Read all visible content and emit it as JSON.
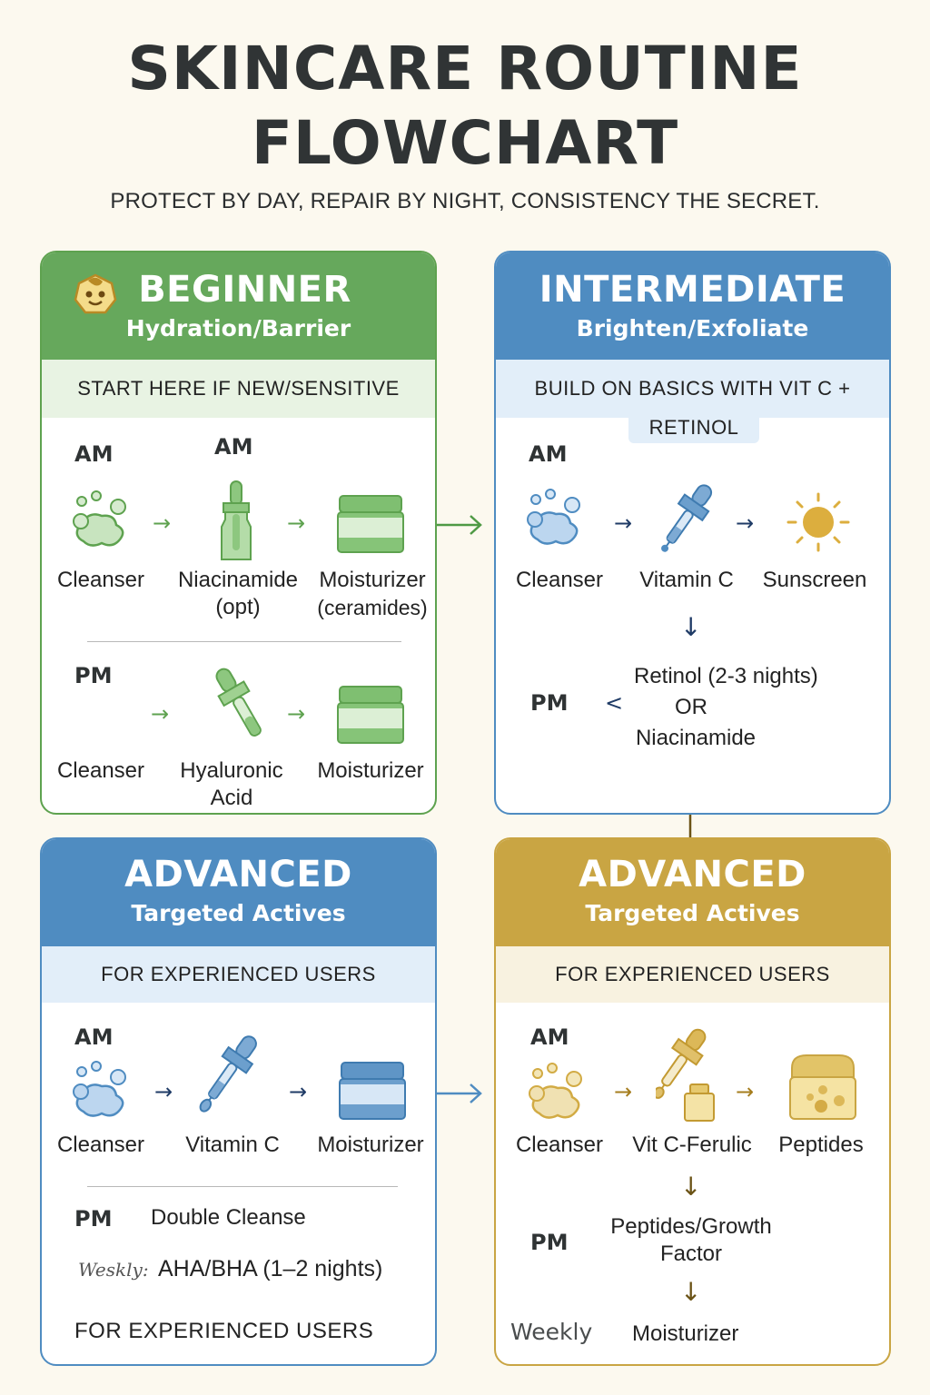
{
  "header": {
    "title_line1": "SKINCARE ROUTINE",
    "title_line2": "FLOWCHART",
    "tagline": "PROTECT BY DAY, REPAIR BY NIGHT, CONSISTENCY THE SECRET."
  },
  "colors": {
    "background": "#fcf9ef",
    "beginner": "#66a85c",
    "intermediate": "#4f8cc1",
    "advanced_blue": "#4f8cc1",
    "advanced_gold": "#c9a543"
  },
  "beginner": {
    "icon": "baby-face-icon",
    "level": "BEGINNER",
    "focus": "Hydration/Barrier",
    "note": "START HERE IF NEW/SENSITIVE",
    "am_label": "AM",
    "am_label_2": "AM",
    "am_steps": [
      {
        "icon": "bubbles-icon",
        "label": "Cleanser"
      },
      {
        "icon": "dropper-bottle-icon",
        "label": "Niacinamide",
        "sub": "(opt)"
      },
      {
        "icon": "jar-icon",
        "label": "Moisturizer",
        "sub": "(ceramides)"
      }
    ],
    "pm_label": "PM",
    "pm_steps": [
      {
        "label": "Cleanser"
      },
      {
        "icon": "dropper-icon",
        "label": "Hyaluronic",
        "sub": "Acid"
      },
      {
        "icon": "jar-icon",
        "label": "Moisturizer"
      }
    ]
  },
  "intermediate": {
    "level": "INTERMEDIATE",
    "focus": "Brighten/Exfoliate",
    "note_line1": "BUILD ON BASICS WITH VIT C +",
    "note_line2": "RETINOL",
    "am_label": "AM",
    "am_steps": [
      {
        "icon": "bubbles-icon",
        "label": "Cleanser"
      },
      {
        "icon": "dropper-icon",
        "label": "Vitamin C"
      },
      {
        "icon": "sun-icon",
        "label": "Sunscreen"
      }
    ],
    "pm_label": "PM",
    "pm_option_1": "Retinol  (2-3 nights)",
    "pm_or": "OR",
    "pm_option_2": "Niacinamide"
  },
  "advanced_left": {
    "level": "ADVANCED",
    "focus": "Targeted Actives",
    "note": "FOR EXPERIENCED USERS",
    "am_label": "AM",
    "am_steps": [
      {
        "icon": "bubbles-icon",
        "label": "Cleanser"
      },
      {
        "icon": "dropper-icon",
        "label": "Vitamin C"
      },
      {
        "icon": "jar-icon",
        "label": "Moisturizer"
      }
    ],
    "pm_label": "PM",
    "pm_step": "Double Cleanse",
    "weekly_label": "Weskly:",
    "weekly_step": "AHA/BHA (1–2  nights)",
    "footer_note": "FOR EXPERIENCED USERS"
  },
  "advanced_right": {
    "level": "ADVANCED",
    "focus": "Targeted Actives",
    "note": "FOR EXPERIENCED USERS",
    "am_label": "AM",
    "am_steps": [
      {
        "icon": "bubbles-icon",
        "label": "Cleanser"
      },
      {
        "icon": "dropper-bottle-icon",
        "label": "Vit C-Ferulic"
      },
      {
        "icon": "jar-icon",
        "label": "Peptides"
      }
    ],
    "pm_label": "PM",
    "pm_step_line1": "Peptides/Growth",
    "pm_step_line2": "Factor",
    "weekly_label": "Weekly",
    "weekly_step": "Moisturizer"
  },
  "arrows": {
    "right": "→",
    "down": "↓",
    "left": "<"
  }
}
